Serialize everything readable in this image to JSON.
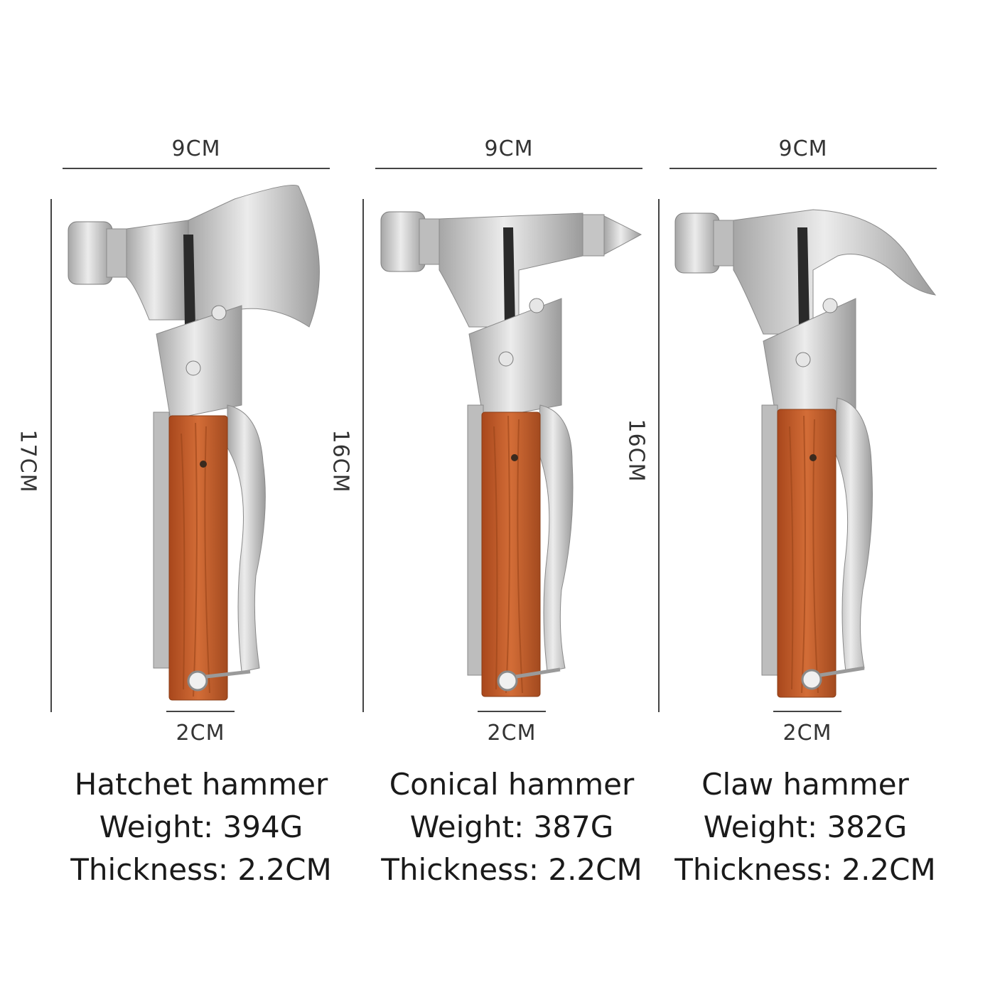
{
  "products": [
    {
      "width_label": "9CM",
      "height_label": "17CM",
      "grip_label": "2CM",
      "name": "Hatchet hammer",
      "weight": "Weight: 394G",
      "thickness": "Thickness: 2.2CM",
      "head_type": "hatchet"
    },
    {
      "width_label": "9CM",
      "height_label": "16CM",
      "grip_label": "2CM",
      "name": "Conical hammer",
      "weight": "Weight: 387G",
      "thickness": "Thickness: 2.2CM",
      "head_type": "conical"
    },
    {
      "width_label": "9CM",
      "height_label": "16CM",
      "grip_label": "2CM",
      "name": "Claw hammer",
      "weight": "Weight: 382G",
      "thickness": "Thickness: 2.2CM",
      "head_type": "claw"
    }
  ],
  "colors": {
    "steel": "#c9c9c9",
    "steel_dark": "#8e8e8e",
    "wood": "#c8622e",
    "wood_dark": "#9a4419",
    "line": "#444444"
  }
}
